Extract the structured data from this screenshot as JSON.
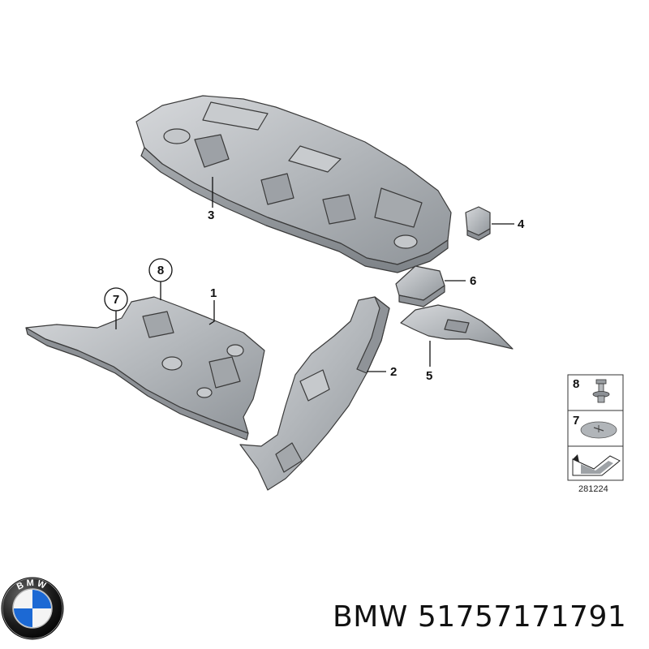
{
  "callouts": {
    "c1": "1",
    "c2": "2",
    "c3": "3",
    "c4": "4",
    "c5": "5",
    "c6": "6",
    "c7": "7",
    "c8": "8"
  },
  "legend": {
    "item8": "8",
    "item7": "7",
    "reference_number": "281224"
  },
  "caption": {
    "brand": "BMW",
    "part_number": "51757171791",
    "logo_letters": "BMW"
  },
  "colors": {
    "part_fill": "#b9bcc0",
    "part_shadow": "#8e9297",
    "part_highlight": "#dcdee0",
    "logo_blue": "#1c69d4",
    "logo_ring": "#111111"
  }
}
